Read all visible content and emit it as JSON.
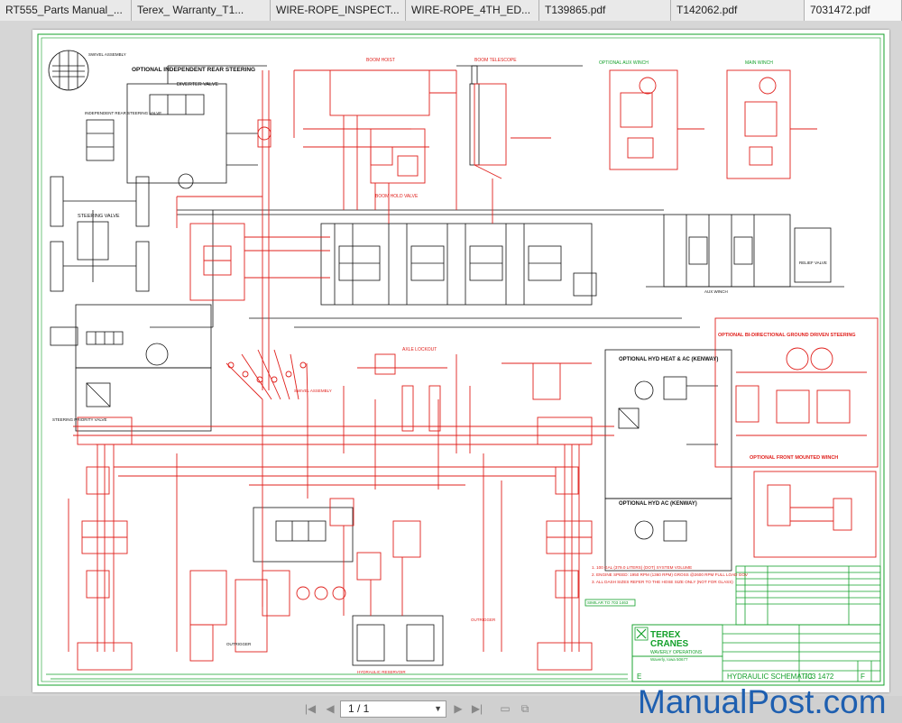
{
  "tabs": [
    {
      "label": "RT555_Parts Manual_..."
    },
    {
      "label": "Terex_ Warranty_T1..."
    },
    {
      "label": "WIRE-ROPE_INSPECT..."
    },
    {
      "label": "WIRE-ROPE_4TH_ED..."
    },
    {
      "label": "T139865.pdf"
    },
    {
      "label": "T142062.pdf"
    },
    {
      "label": "7031472.pdf"
    }
  ],
  "drawing": {
    "optional_rear_steering": "OPTIONAL INDEPENDENT REAR STEERING",
    "swivel_assembly": "SWIVEL ASSEMBLY",
    "diverter_valve": "DIVERTER VALVE",
    "indep_rear_steer_valve": "INDEPENDENT REAR STEERING VALVE",
    "steering_valve": "STEERING VALVE",
    "boom_hoist": "BOOM HOIST",
    "boom_telescope": "BOOM TELESCOPE",
    "boom_hold_valve": "BOOM HOLD VALVE",
    "opt_aux_winch": "OPTIONAL AUX WINCH",
    "main_winch": "MAIN WINCH",
    "aux_winch": "AUX WINCH",
    "relief_valve": "RELIEF VALVE",
    "opt_bidirectional": "OPTIONAL BI-DIRECTIONAL GROUND DRIVEN STEERING",
    "opt_heat_ac": "OPTIONAL HYD HEAT & AC (KENWAY)",
    "opt_hyd_ac": "OPTIONAL HYD AC (KENWAY)",
    "opt_front_winch": "OPTIONAL FRONT MOUNTED WINCH",
    "axle_lockout": "AXLE LOCKOUT",
    "swivel_assembly_2": "SWIVEL ASSEMBLY",
    "outrigger": "OUTRIGGER",
    "outrigger_left": "OUTRIGGER",
    "steering_priority_valve": "STEERING PRIORITY VALVE",
    "hydraulic_reservoir": "HYDRAULIC RESERVOIR",
    "notes": [
      "1.  100 GAL (379.0 LITERS) (DOT) SYSTEM VOLUME",
      "2.  ENGINE SPEED: 1950 RPM (1360 RPM) GROSS @2600 RPM FULL LOAD GOV",
      "3.  ALL DASH SIZES REFER TO THE HOSE SIZE ONLY (NOT FOR GLASS)"
    ],
    "similar_to": "SIMILAR TO 703 1463",
    "company_1": "TEREX",
    "company_2": "CRANES",
    "company_3": "WAVERLY OPERATIONS",
    "company_addr": "Waverly, Iowa 50677",
    "title": "HYDRAULIC SCHEMATIC",
    "drawing_no": "703 1472",
    "rev": "F",
    "size": "E"
  },
  "footer": {
    "page_value": "1 / 1",
    "watermark": "ManualPost.com"
  },
  "colors": {
    "ink_red": "#e0201c",
    "ink_black": "#111111",
    "ink_green": "#13a02a",
    "watermark": "#1e5fb0"
  }
}
